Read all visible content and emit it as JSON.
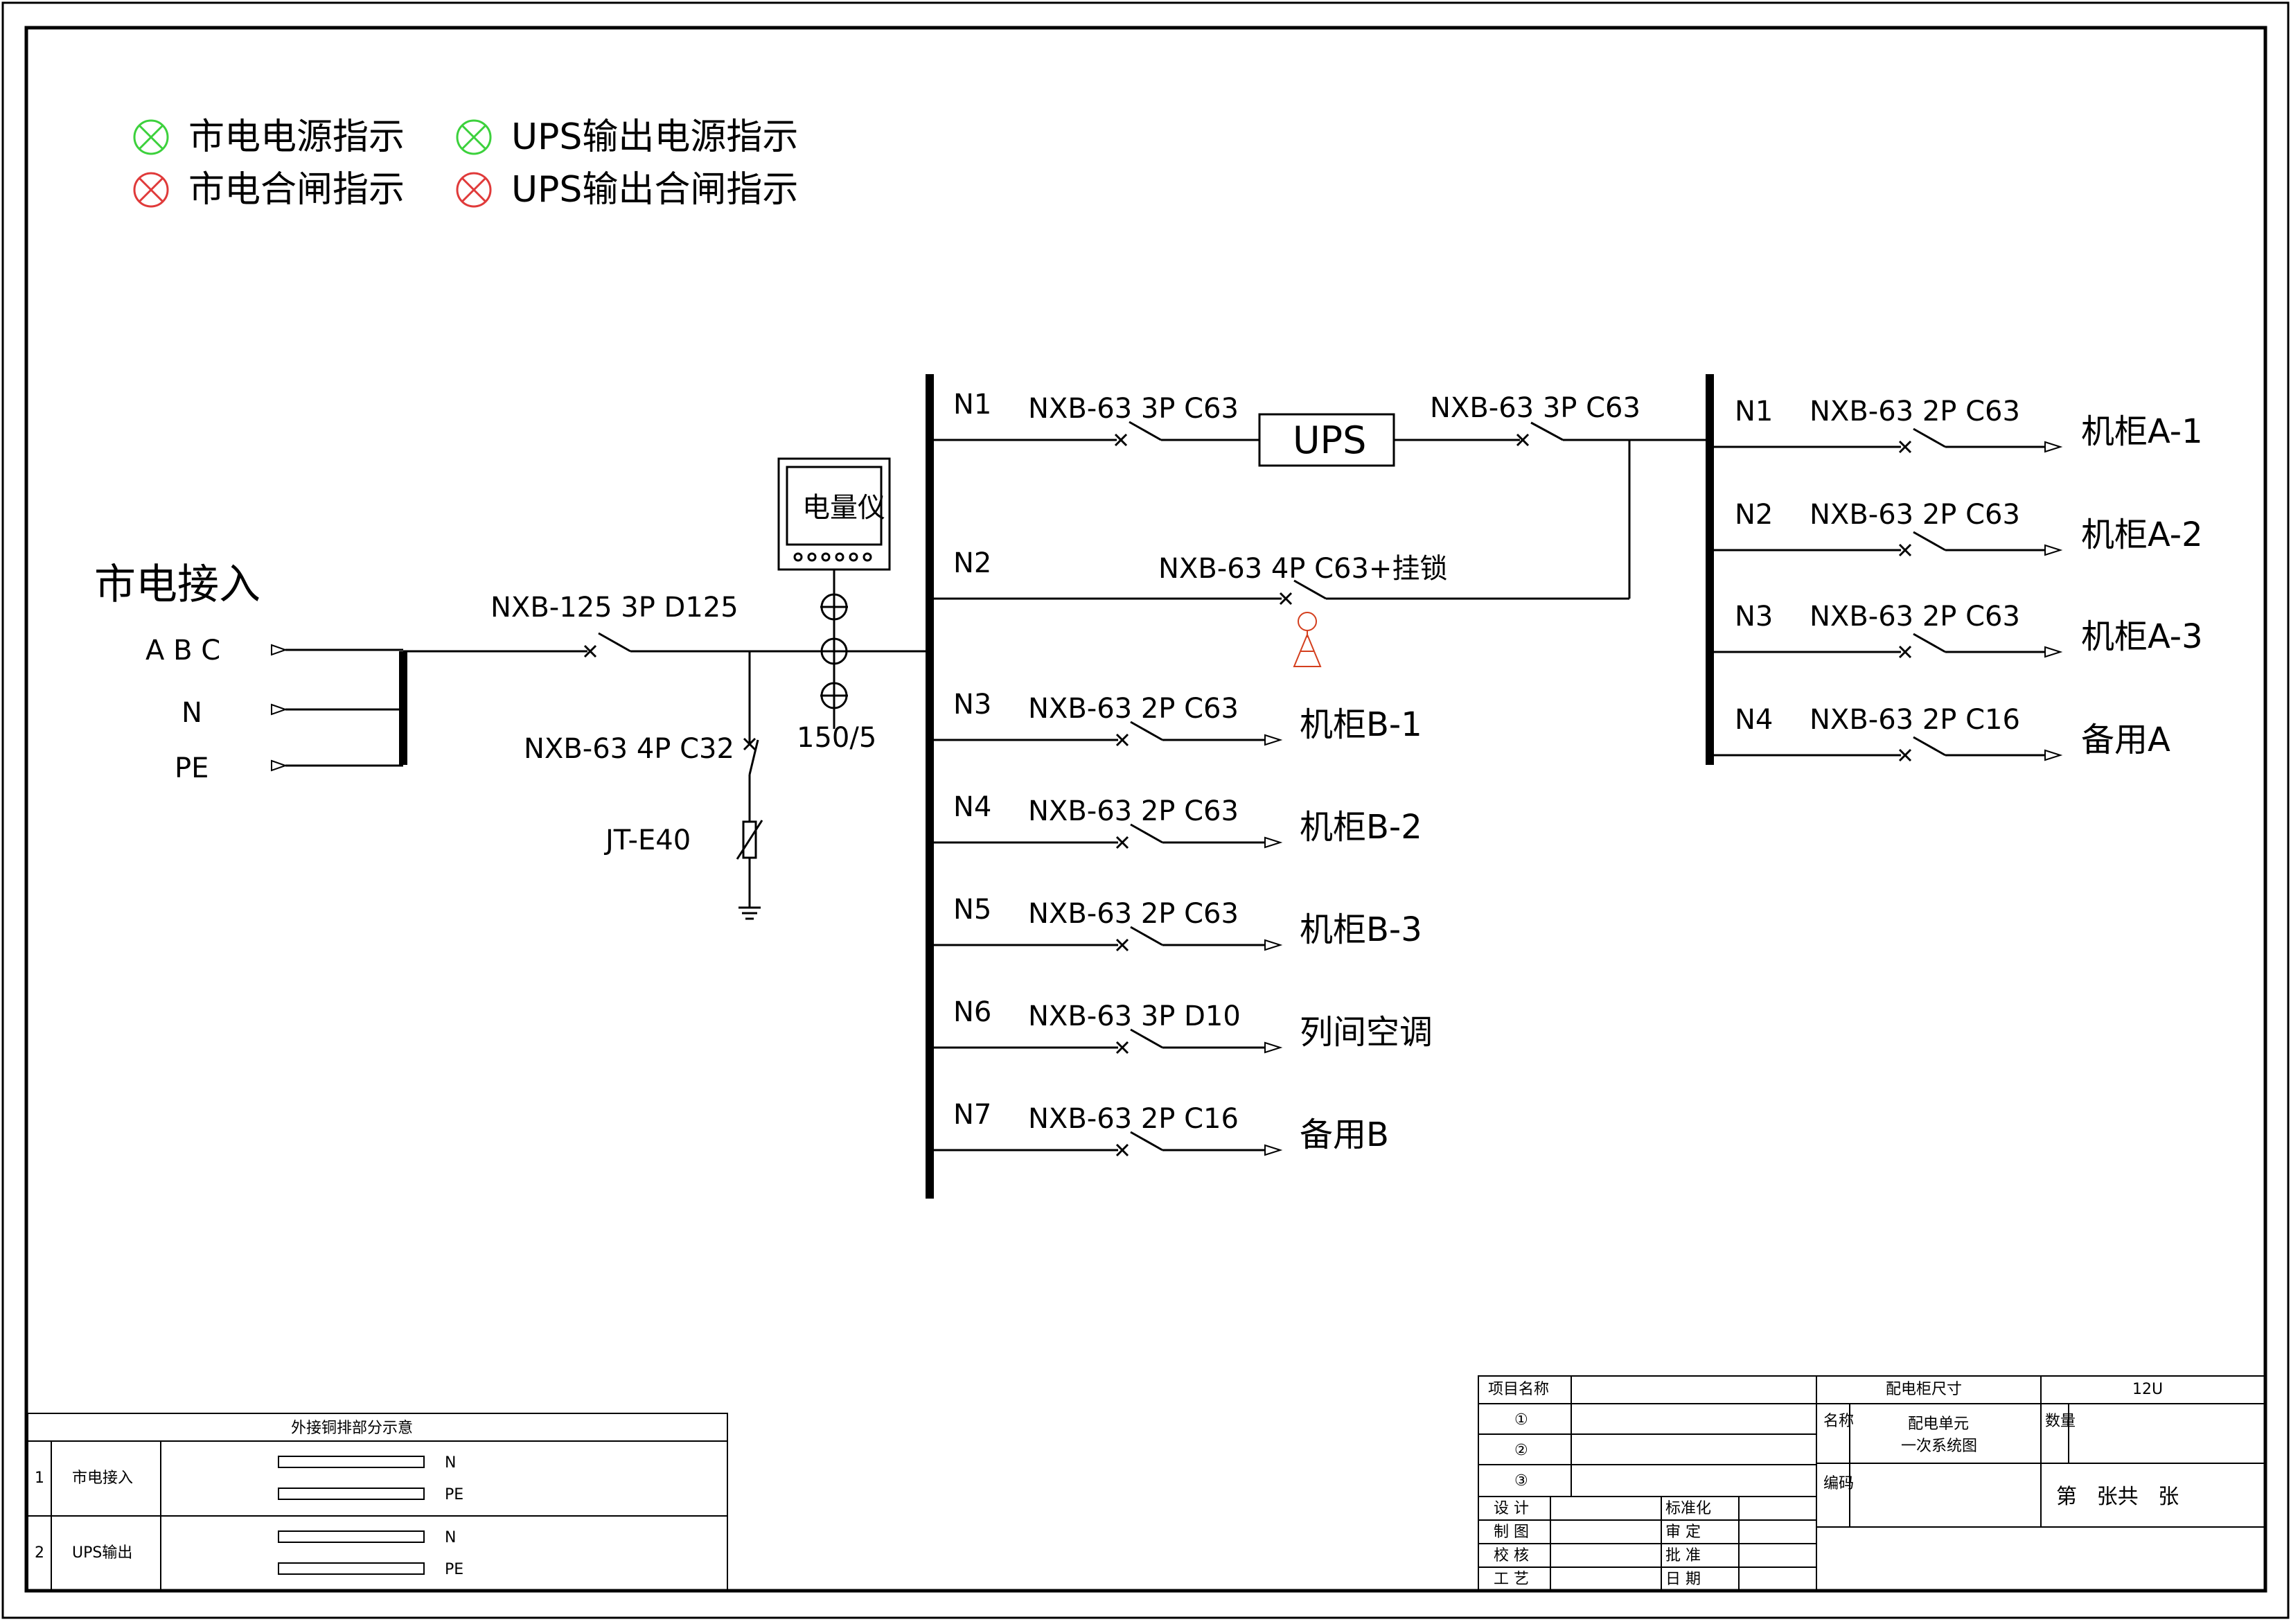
{
  "legend": {
    "green_1": "市电电源指示",
    "green_2": "UPS输出电源指示",
    "red_1": "市电合闸指示",
    "red_2": "UPS输出合闸指示",
    "green_color": "#3cd13c",
    "red_color": "#e03a3a"
  },
  "input": {
    "title": "市电接入",
    "phases": "A B C",
    "neutral": "N",
    "earth": "PE"
  },
  "main_breaker": "NXB-125 3P D125",
  "surge": {
    "breaker": "NXB-63 4P C32",
    "protector": "JT-E40"
  },
  "meter": {
    "label": "电量仪",
    "ct_ratio": "150/5"
  },
  "bus1": {
    "circuits": [
      {
        "id": "N1",
        "breaker": "NXB-63 3P C63"
      },
      {
        "id": "N2",
        "breaker": "NXB-63 4P C63+挂锁"
      },
      {
        "id": "N3",
        "breaker": "NXB-63 2P C63",
        "load": "机柜B-1"
      },
      {
        "id": "N4",
        "breaker": "NXB-63 2P C63",
        "load": "机柜B-2"
      },
      {
        "id": "N5",
        "breaker": "NXB-63 2P C63",
        "load": "机柜B-3"
      },
      {
        "id": "N6",
        "breaker": "NXB-63 3P D10",
        "load": "列间空调"
      },
      {
        "id": "N7",
        "breaker": "NXB-63 2P C16",
        "load": "备用B"
      }
    ]
  },
  "ups": {
    "label": "UPS",
    "output_breaker": "NXB-63 3P C63"
  },
  "bus2": {
    "circuits": [
      {
        "id": "N1",
        "breaker": "NXB-63 2P C63",
        "load": "机柜A-1"
      },
      {
        "id": "N2",
        "breaker": "NXB-63 2P C63",
        "load": "机柜A-2"
      },
      {
        "id": "N3",
        "breaker": "NXB-63 2P C63",
        "load": "机柜A-3"
      },
      {
        "id": "N4",
        "breaker": "NXB-63 2P C16",
        "load": "备用A"
      }
    ]
  },
  "copper_table": {
    "title": "外接铜排部分示意",
    "rows": [
      {
        "no": "1",
        "name": "市电接入",
        "bar1": "N",
        "bar2": "PE"
      },
      {
        "no": "2",
        "name": "UPS输出",
        "bar1": "N",
        "bar2": "PE"
      }
    ]
  },
  "title_block": {
    "project_label": "项目名称",
    "size_label": "配电柜尺寸",
    "size_value": "12U",
    "items": [
      "①",
      "②",
      "③"
    ],
    "name_label": "名称",
    "name_value_1": "配电单元",
    "name_value_2": "一次系统图",
    "qty_label": "数量",
    "code_label": "编码",
    "sheet_text": "第   张共   张",
    "roles_left": [
      "设 计",
      "制 图",
      "校 核",
      "工 艺"
    ],
    "roles_right": [
      "标准化",
      "审 定",
      "批 准",
      "日 期"
    ]
  }
}
